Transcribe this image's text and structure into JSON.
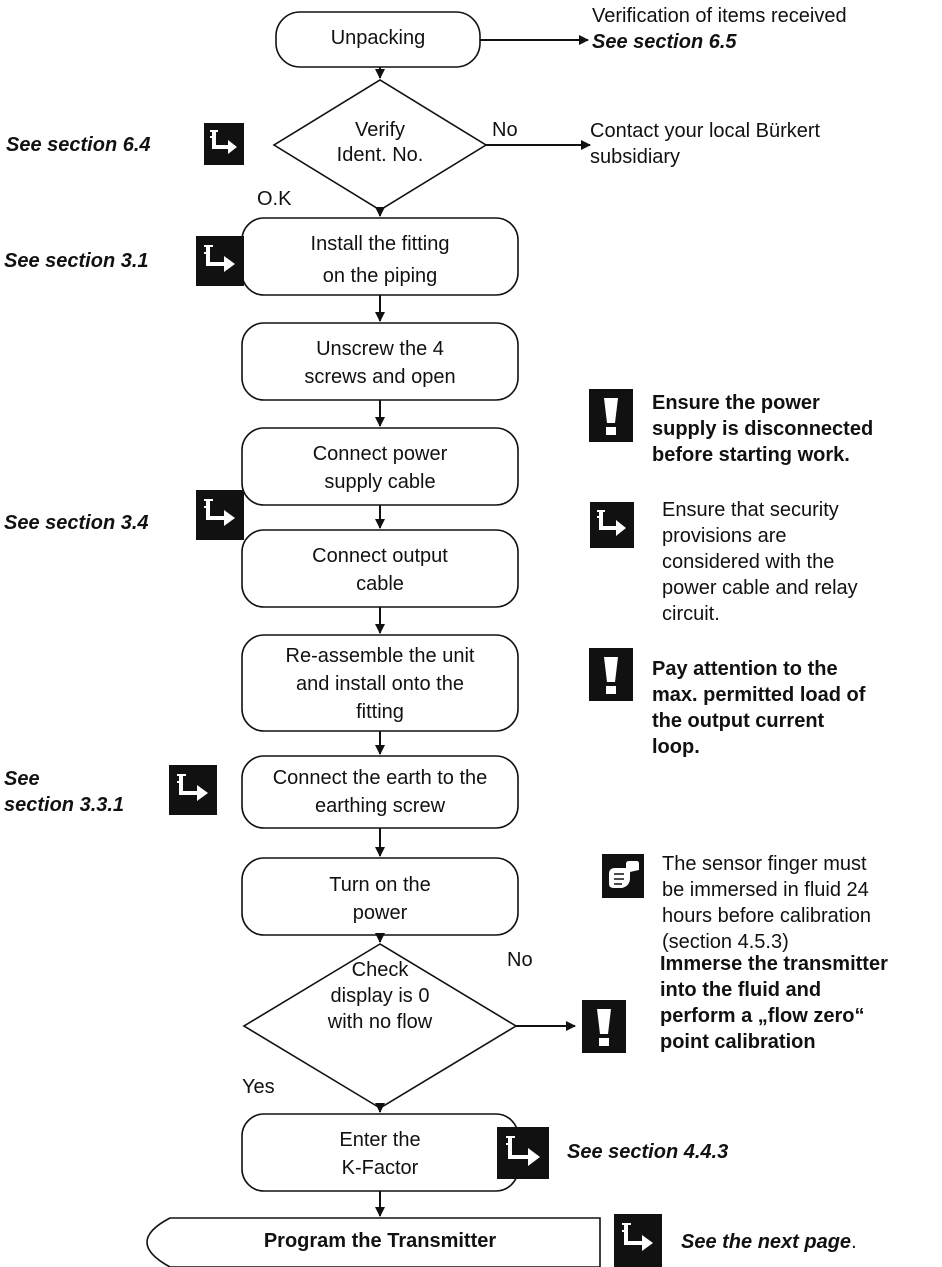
{
  "steps": {
    "unpacking": "Unpacking",
    "verify": [
      "Verify",
      "Ident. No."
    ],
    "ok_label": "O.K",
    "no_label_1": "No",
    "install": [
      "Install the fitting",
      "on the piping"
    ],
    "unscrew": [
      "Unscrew the 4",
      "screws and open"
    ],
    "connect_power": [
      "Connect power",
      "supply cable"
    ],
    "connect_output": [
      "Connect output",
      "cable"
    ],
    "reassemble": [
      "Re-assemble the unit",
      "and install onto the",
      "fitting"
    ],
    "earth": [
      "Connect the earth to the",
      "earthing screw"
    ],
    "turn_on": [
      "Turn on the",
      "power"
    ],
    "check": [
      "Check",
      "display is 0",
      "with no flow"
    ],
    "no_label_2": "No",
    "yes_label": "Yes",
    "enter_k": [
      "Enter the",
      "K-Factor"
    ],
    "program": "Program the Transmitter"
  },
  "notes": {
    "verification": "Verification of items received",
    "see_6_5": "See section 6.5",
    "contact": [
      "Contact your local Bürkert",
      "subsidiary"
    ],
    "see_6_4": "See section 6.4",
    "see_3_1": "See section 3.1",
    "ensure_power": [
      "Ensure the power",
      "supply is disconnected",
      "before starting work."
    ],
    "see_3_4": "See section 3.4",
    "security": [
      "Ensure that security",
      "provisions are",
      "considered with the",
      "power cable and relay",
      "circuit."
    ],
    "pay_attention": [
      "Pay attention to the",
      "max. permitted load of",
      "the output current",
      "loop."
    ],
    "see_3_3_1": [
      "See",
      "section 3.3.1"
    ],
    "sensor": [
      "The sensor finger must",
      "be immersed in fluid 24",
      "hours before calibration",
      "(section 4.5.3)"
    ],
    "immerse": [
      "Immerse the transmitter",
      "into the fluid and",
      "perform a „flow zero“",
      "point calibration"
    ],
    "see_4_4_3": "See section 4.4.3",
    "see_next_page": "See the next page",
    "see_next_page_dot": "."
  },
  "icons": {
    "reference": "arrow-reference-icon",
    "warning": "exclamation-warning-icon",
    "hand": "pointing-hand-icon"
  },
  "colors": {
    "ink": "#111111",
    "icon_bg": "#111111",
    "background": "#ffffff"
  }
}
